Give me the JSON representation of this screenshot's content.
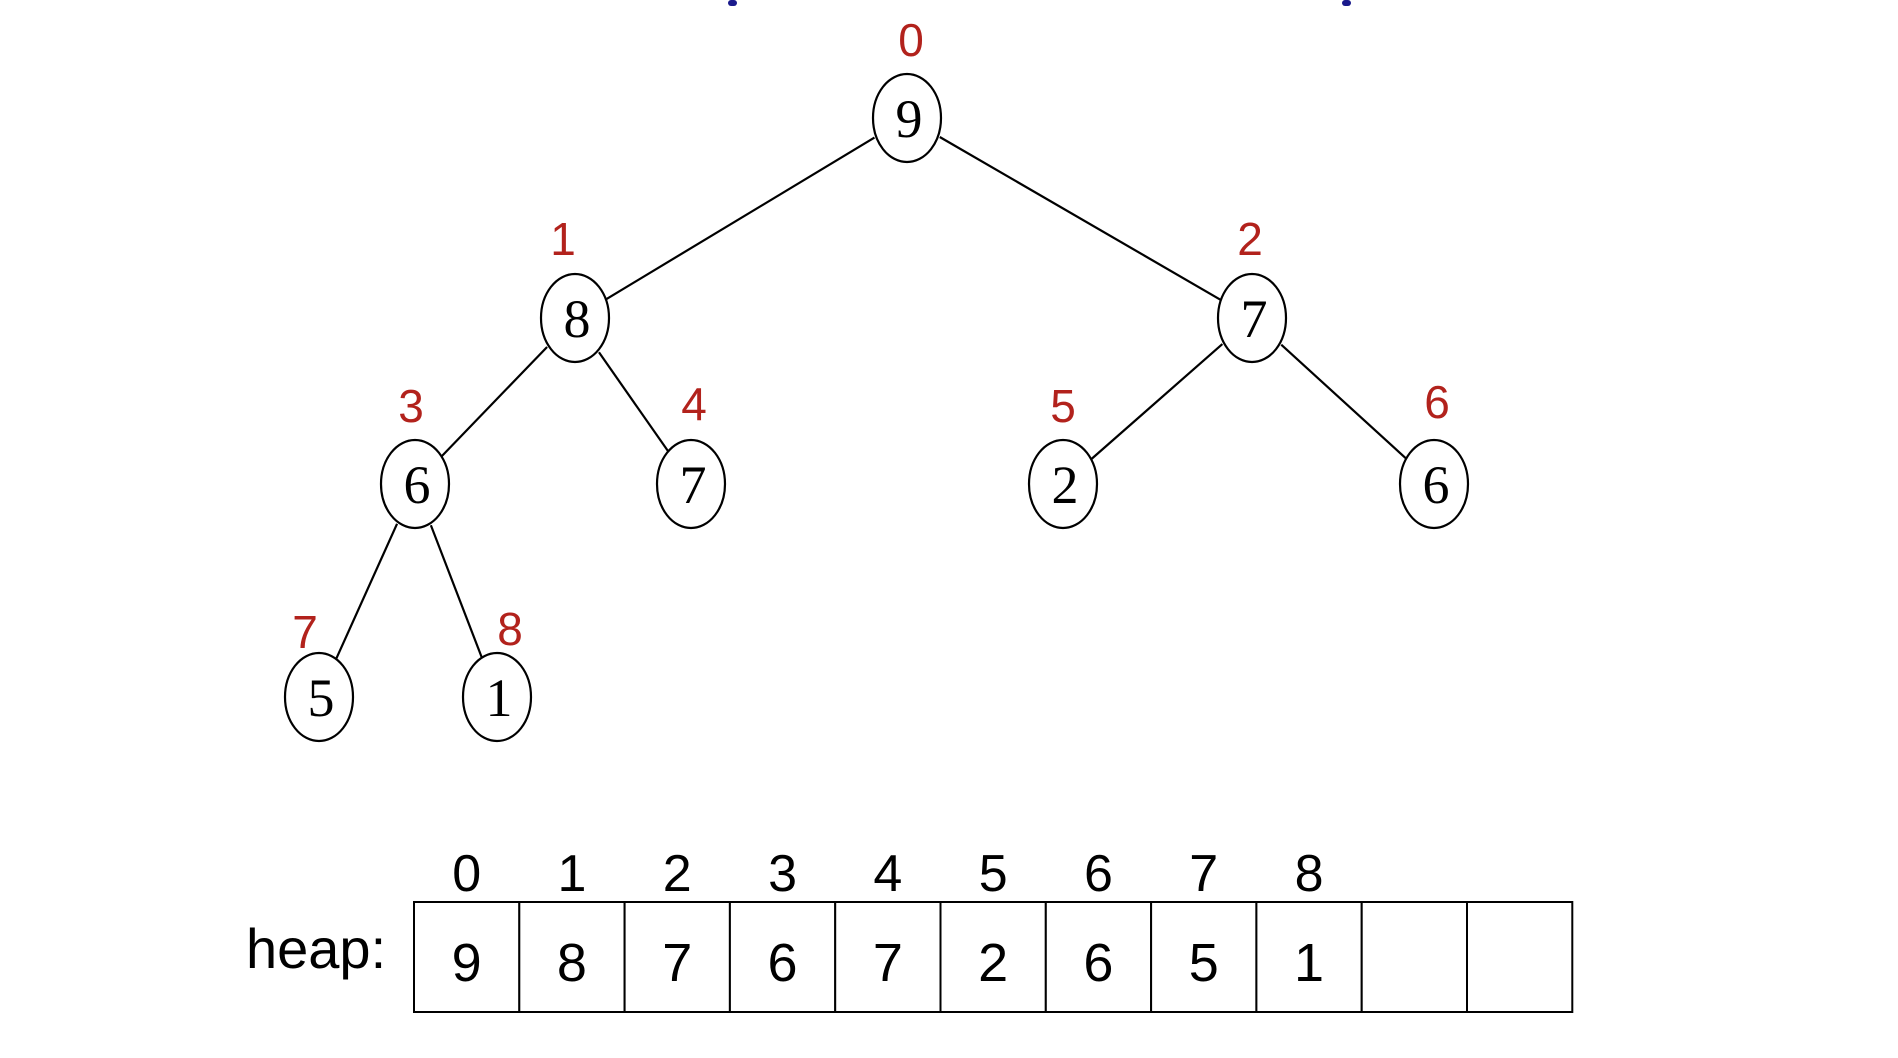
{
  "tree": {
    "nodes": [
      {
        "index": "0",
        "value": "9"
      },
      {
        "index": "1",
        "value": "8"
      },
      {
        "index": "2",
        "value": "7"
      },
      {
        "index": "3",
        "value": "6"
      },
      {
        "index": "4",
        "value": "7"
      },
      {
        "index": "5",
        "value": "2"
      },
      {
        "index": "6",
        "value": "6"
      },
      {
        "index": "7",
        "value": "5"
      },
      {
        "index": "8",
        "value": "1"
      }
    ],
    "edges": [
      [
        0,
        1
      ],
      [
        0,
        2
      ],
      [
        1,
        3
      ],
      [
        1,
        4
      ],
      [
        2,
        5
      ],
      [
        2,
        6
      ],
      [
        3,
        7
      ],
      [
        3,
        8
      ]
    ]
  },
  "array": {
    "label": "heap:",
    "indices": [
      "0",
      "1",
      "2",
      "3",
      "4",
      "5",
      "6",
      "7",
      "8"
    ],
    "cells": [
      "9",
      "8",
      "7",
      "6",
      "7",
      "2",
      "6",
      "5",
      "1",
      "",
      ""
    ]
  },
  "colors": {
    "index_red": "#b2221c",
    "line": "#000000",
    "title_blue": "#1a1a8c"
  }
}
